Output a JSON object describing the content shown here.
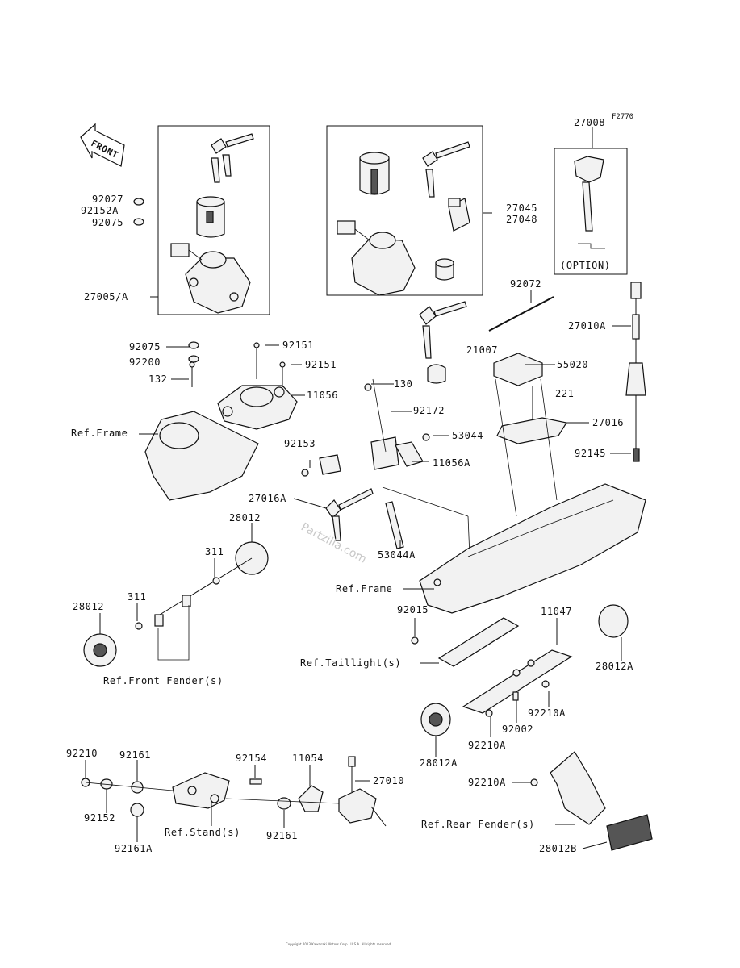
{
  "figure_code": "F2770",
  "direction_label": "FRONT",
  "watermark": "Partzilla.com",
  "footer_text": "Copyright 2013 Kawasaki Motors Corp., U.S.A. All rights reserved.",
  "labels": {
    "p27008": "27008",
    "option": "(OPTION)",
    "p92027": "92027",
    "p92152A": "92152A",
    "p92075_top": "92075",
    "p27005A": "27005/A",
    "p27045": "27045",
    "p27048": "27048",
    "p92072": "92072",
    "p27010A": "27010A",
    "p92075_mid": "92075",
    "p92200": "92200",
    "p132": "132",
    "p92151_a": "92151",
    "p92151_b": "92151",
    "p11056": "11056",
    "ref_frame_1": "Ref.Frame",
    "p21007": "21007",
    "p55020": "55020",
    "p130": "130",
    "p221": "221",
    "p27016": "27016",
    "p92172": "92172",
    "p53044": "53044",
    "p92153": "92153",
    "p11056A": "11056A",
    "p92145": "92145",
    "p27016A": "27016A",
    "p28012_a": "28012",
    "p311_a": "311",
    "p53044A": "53044A",
    "ref_frame_2": "Ref.Frame",
    "p28012_b": "28012",
    "p311_b": "311",
    "p92015": "92015",
    "p11047": "11047",
    "ref_taillight": "Ref.Taillight(s)",
    "p28012A_a": "28012A",
    "ref_front_fender": "Ref.Front Fender(s)",
    "p92210A_a": "92210A",
    "p92002": "92002",
    "p92210A_b": "92210A",
    "p28012A_b": "28012A",
    "p92210": "92210",
    "p92161_a": "92161",
    "p92154": "92154",
    "p11054": "11054",
    "p27010": "27010",
    "p92210A_c": "92210A",
    "p92152": "92152",
    "ref_stand": "Ref.Stand(s)",
    "p92161_b": "92161",
    "ref_rear_fender": "Ref.Rear Fender(s)",
    "p92161A": "92161A",
    "p28012B": "28012B"
  }
}
